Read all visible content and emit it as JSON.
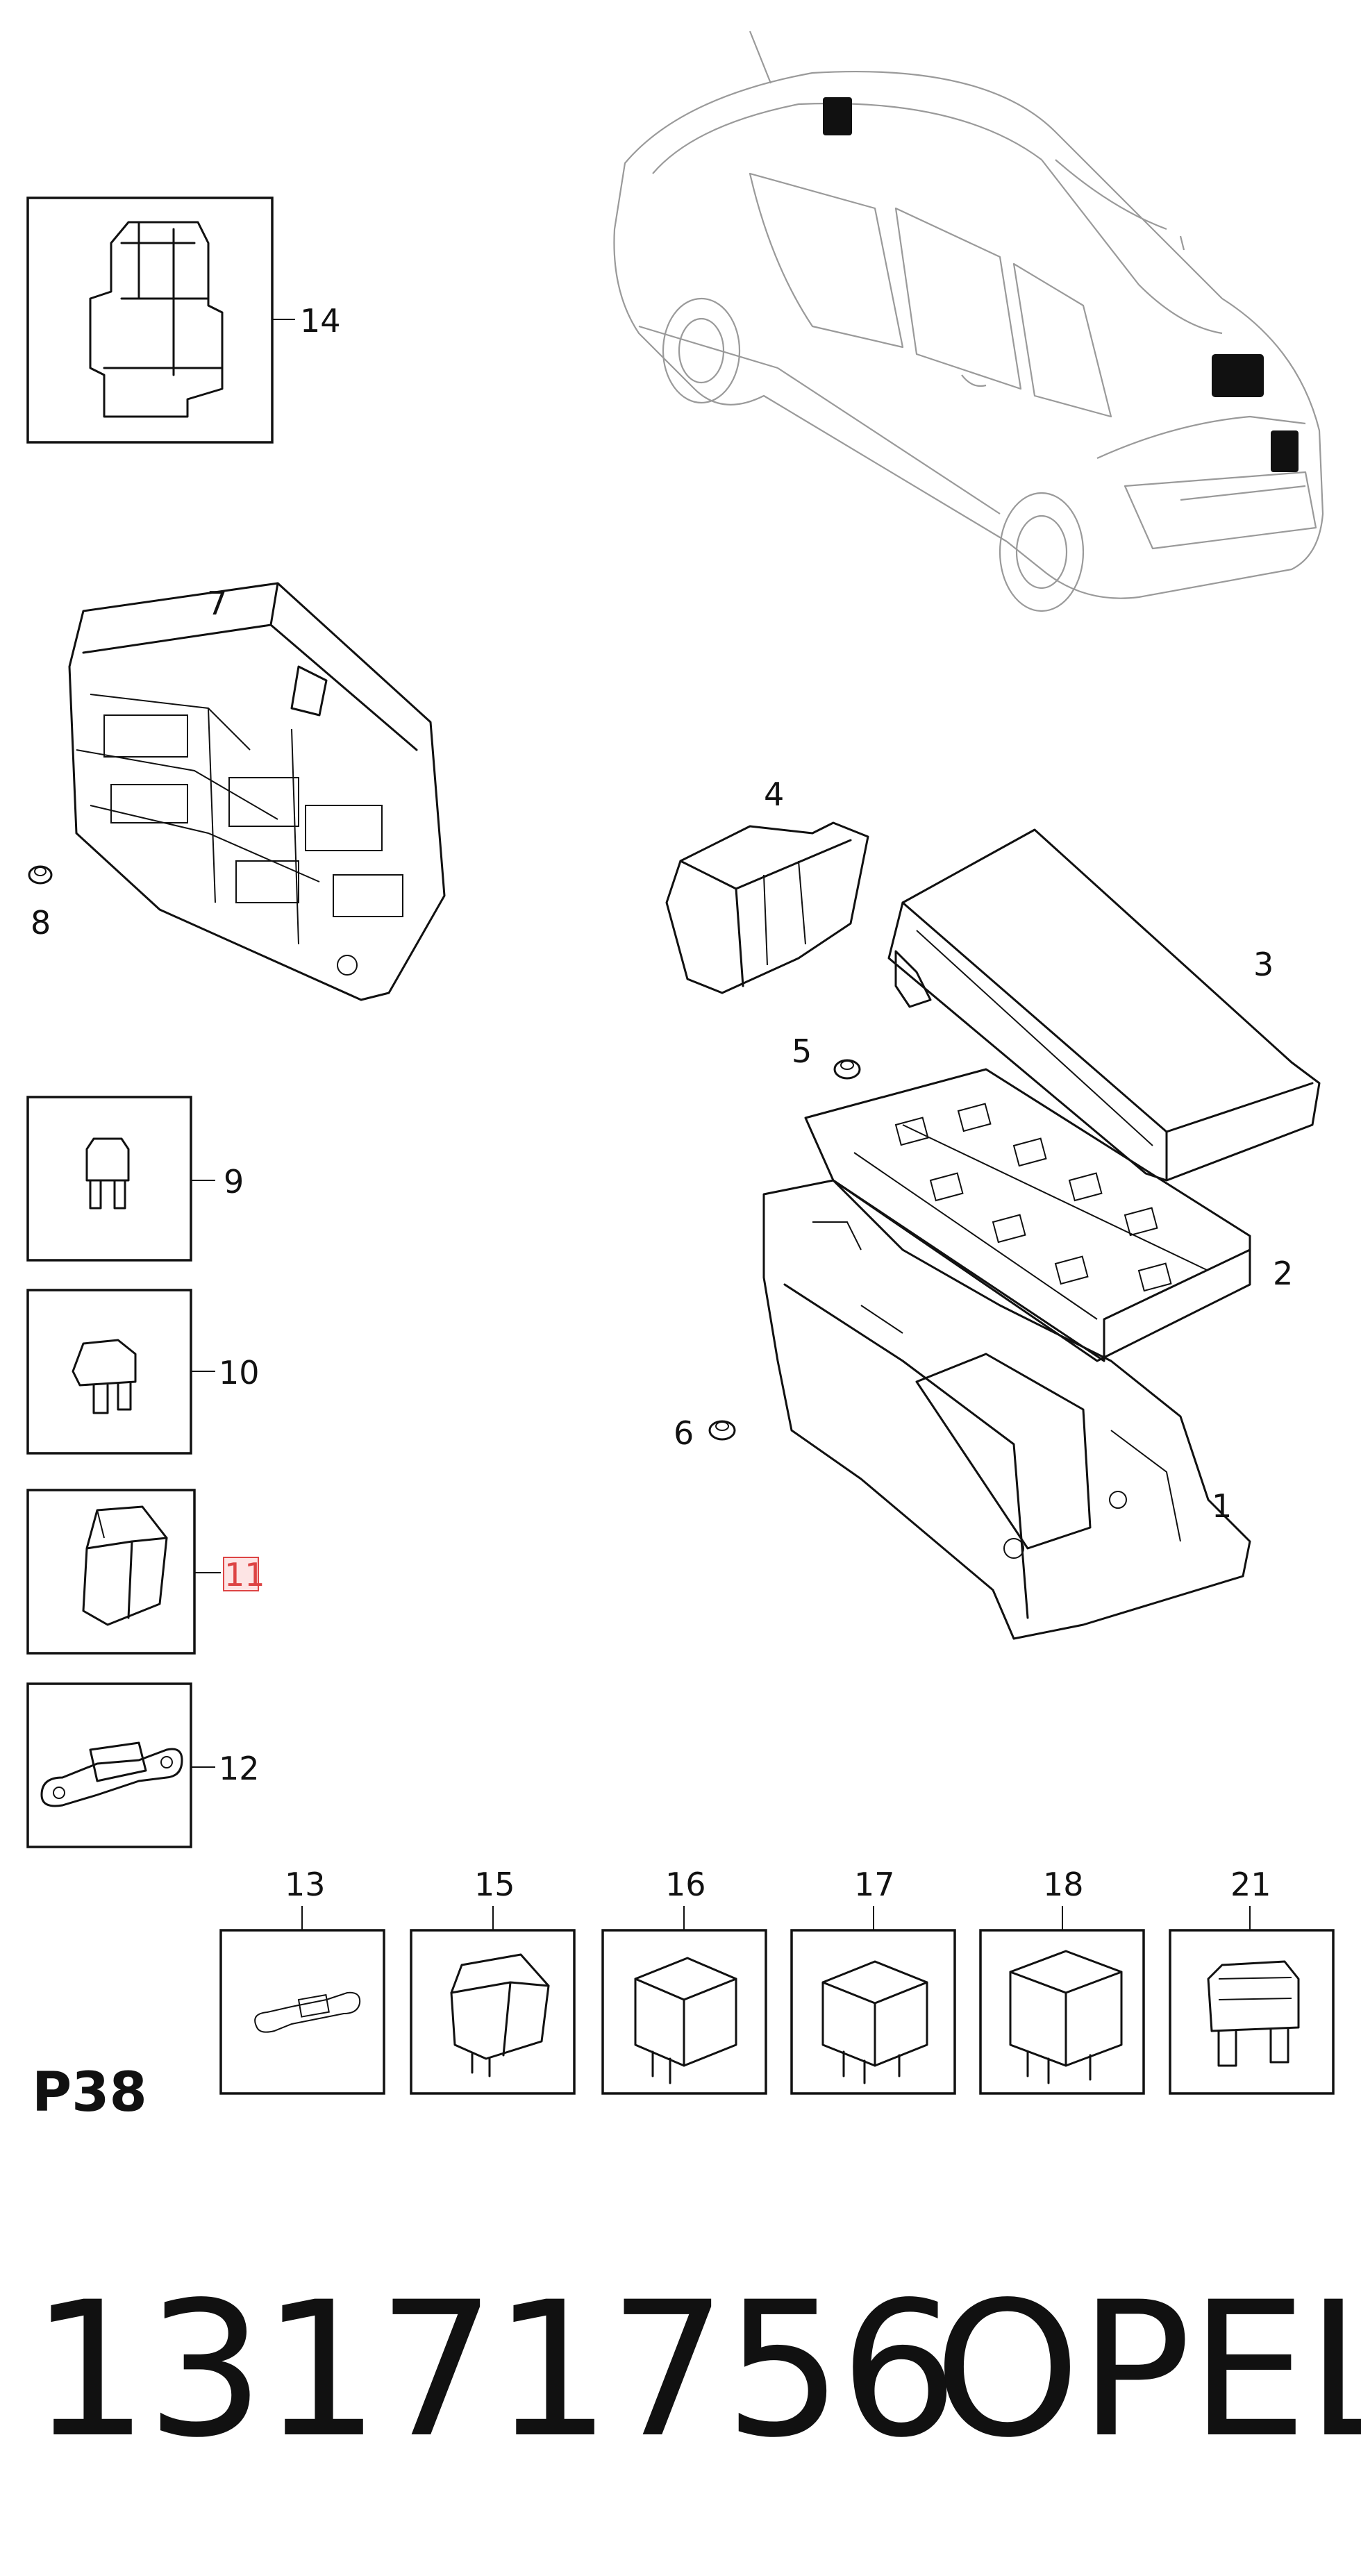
{
  "page": {
    "page_code": "P38",
    "part_number": "13171756",
    "brand": "OPEL",
    "accent_color": "#d44444"
  },
  "callouts": {
    "c1": "1",
    "c2": "2",
    "c3": "3",
    "c4": "4",
    "c5": "5",
    "c6": "6",
    "c7": "7",
    "c8": "8",
    "c9": "9",
    "c10": "10",
    "c11": "11",
    "c12": "12",
    "c13": "13",
    "c14": "14",
    "c15": "15",
    "c16": "16",
    "c17": "17",
    "c18": "18",
    "c21": "21"
  },
  "highlighted_callout": "11"
}
